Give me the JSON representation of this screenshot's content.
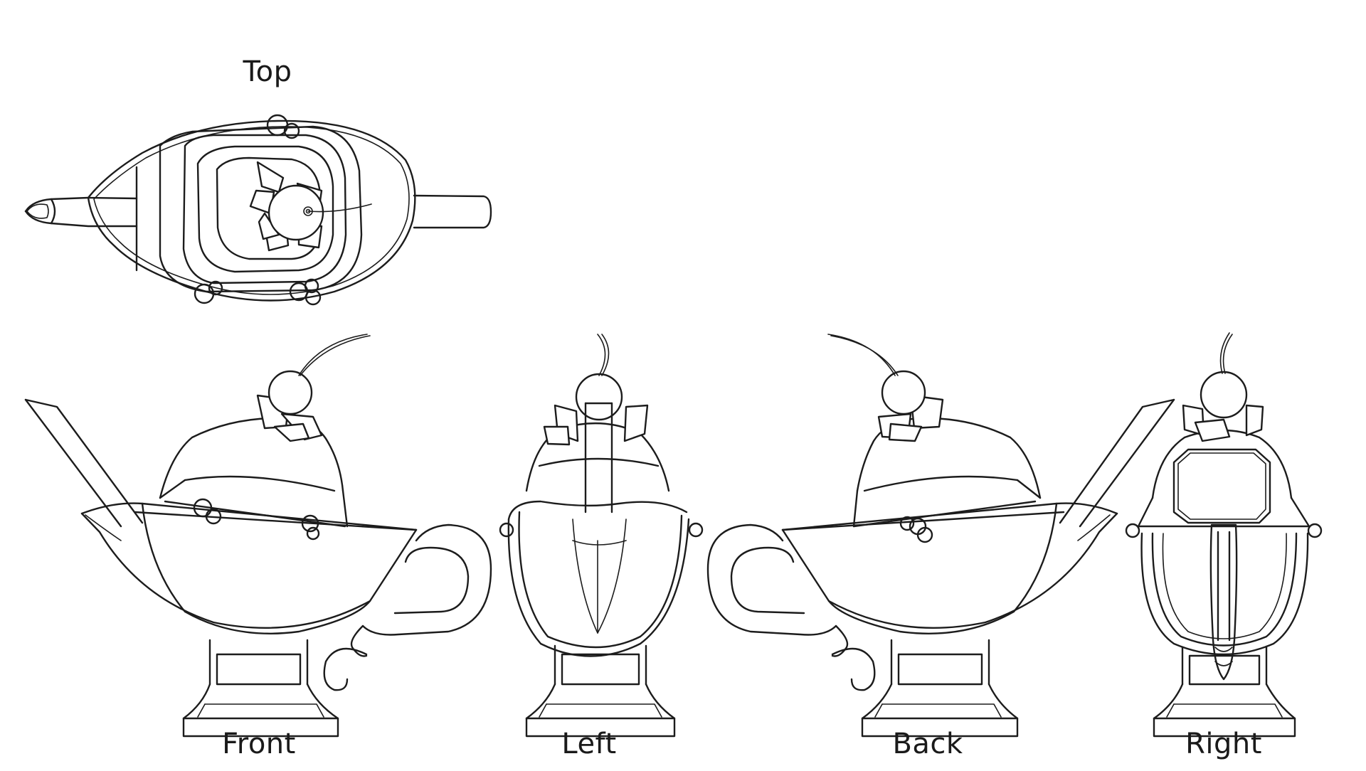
{
  "sheet": {
    "labels": {
      "top": "Top",
      "front": "Front",
      "left": "Left",
      "back": "Back",
      "right": "Right"
    },
    "line_color": "#1c1c1c",
    "background": "#ffffff"
  }
}
